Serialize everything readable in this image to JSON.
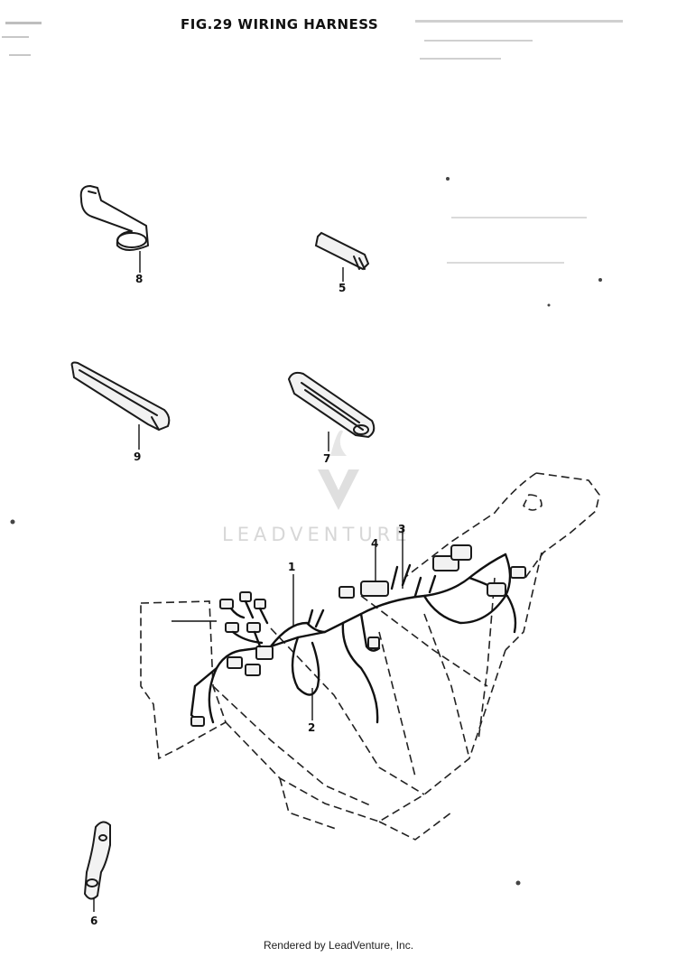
{
  "figure": {
    "title": "FIG.29  WIRING HARNESS"
  },
  "watermark": {
    "text": "LEADVENTURE"
  },
  "callouts": {
    "wiring_harness": "1",
    "harness_sub": "2",
    "harness_branch": "3",
    "connector_4": "4",
    "clamp_5": "5",
    "clamp_6": "6",
    "band_7": "7",
    "clamp_8": "8",
    "band_9": "9"
  },
  "footer": {
    "text": "Rendered by LeadVenture, Inc."
  }
}
